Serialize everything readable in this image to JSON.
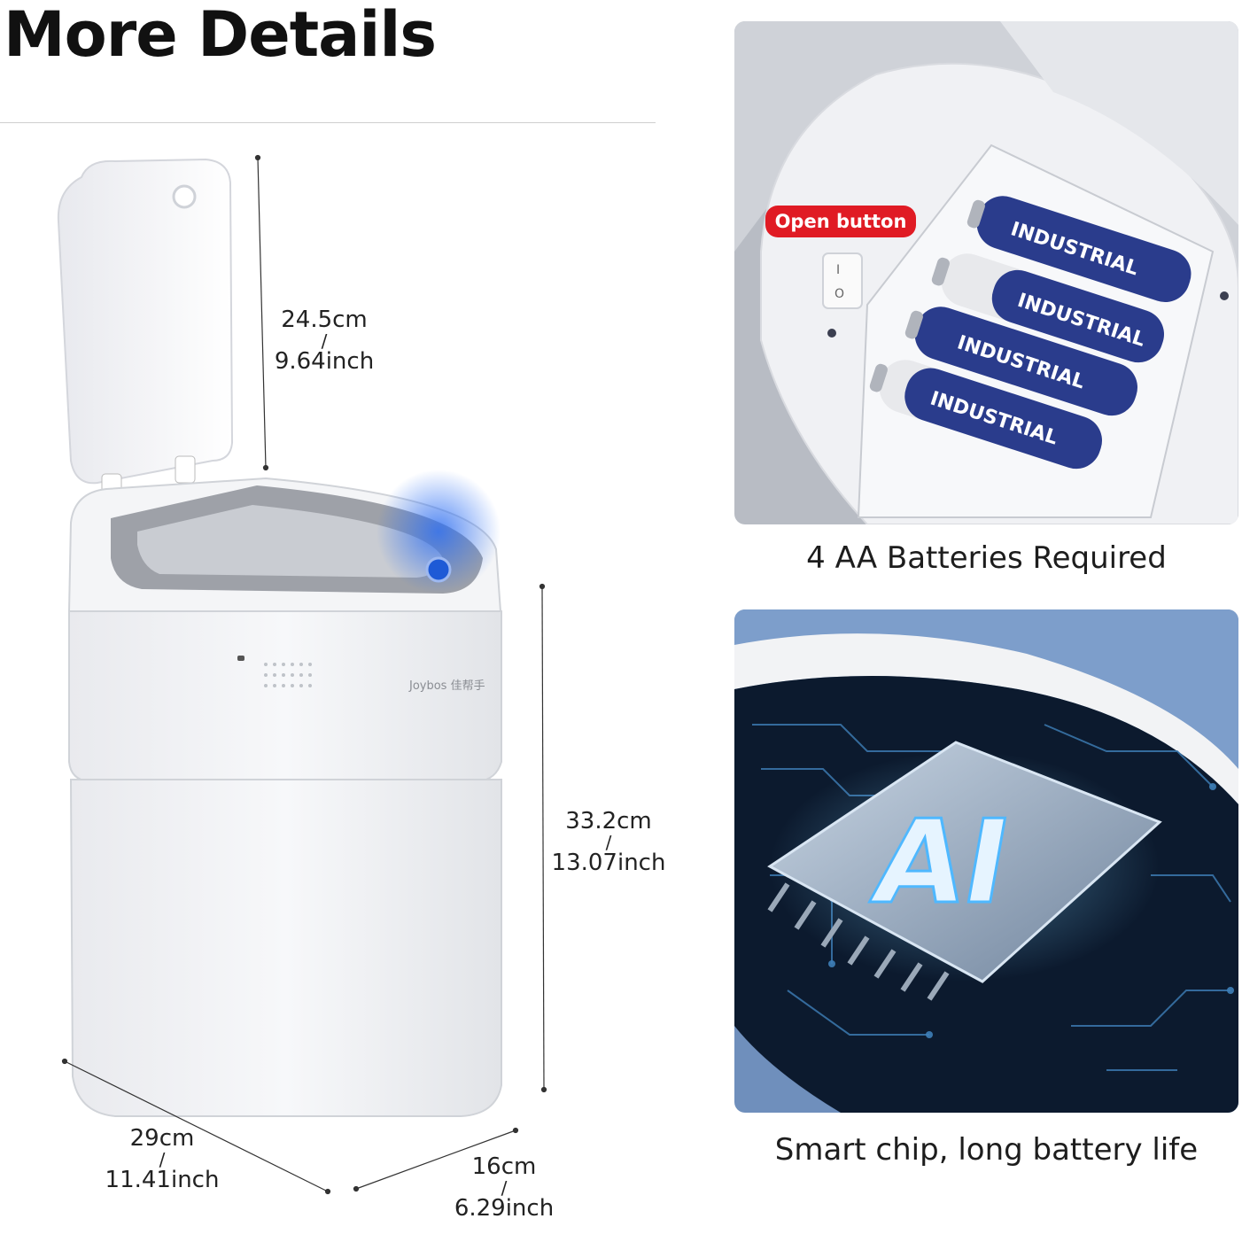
{
  "title": "More Details",
  "product": {
    "brand_logo": "Joybos 佳帮手",
    "dimensions": {
      "lid_height": {
        "cm": "24.5cm",
        "sep": "/",
        "inch": "9.64inch"
      },
      "body_height": {
        "cm": "33.2cm",
        "sep": "/",
        "inch": "13.07inch"
      },
      "width": {
        "cm": "29cm",
        "sep": "/",
        "inch": "11.41inch"
      },
      "depth": {
        "cm": "16cm",
        "sep": "/",
        "inch": "6.29inch"
      }
    }
  },
  "battery_panel": {
    "badge": "Open button",
    "caption": "4 AA Batteries Required",
    "battery_brand": "INDUSTRIAL"
  },
  "chip_panel": {
    "chip_label": "AI",
    "caption": "Smart chip, long battery life"
  },
  "colors": {
    "badge": "#e01b24",
    "sensor_blue": "#2a6df4",
    "battery_blue": "#2a3c8c"
  }
}
